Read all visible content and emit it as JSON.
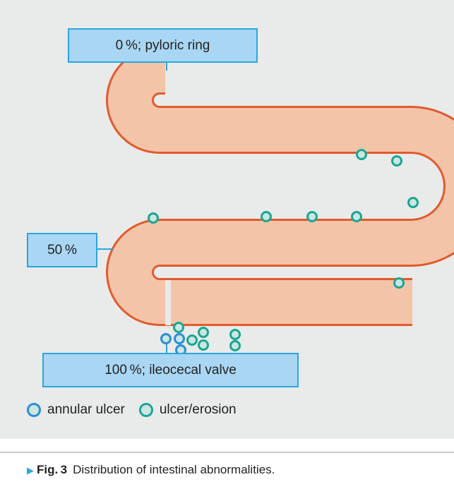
{
  "figure": {
    "labels": {
      "top": "0 %; pyloric ring",
      "middle": "50 %",
      "bottom": "100 %; ileocecal valve"
    },
    "legend": [
      {
        "label": "annular ulcer",
        "color": "#2a8fd8"
      },
      {
        "label": "ulcer/erosion",
        "color": "#1aa793"
      }
    ],
    "colors": {
      "intestine_fill": "#f4c4a9",
      "intestine_border": "#e05b2d",
      "callout_fill": "#a9d6f3",
      "callout_border": "#2aa7dc",
      "marker_fill": "#cde6e2"
    }
  },
  "caption": {
    "label": "Fig. 3",
    "text": "Distribution of intestinal abnormalities."
  }
}
